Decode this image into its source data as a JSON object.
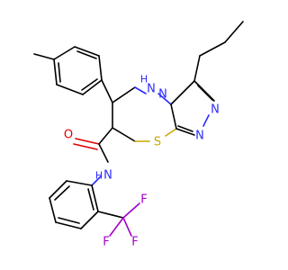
{
  "molecule": {
    "atoms": {
      "nh": "N",
      "h_sub": "H",
      "n_fused": "N",
      "n_ring1": "N",
      "n_ring2": "N",
      "s": "S",
      "o": "O",
      "n_amide": "N",
      "h_amide": "H",
      "f1": "F",
      "f2": "F",
      "f3": "F"
    },
    "colors": {
      "carbon": "#000000",
      "nitrogen": "#2b2bff",
      "sulfur": "#c9a800",
      "oxygen": "#e00000",
      "fluorine": "#a000c8"
    }
  }
}
